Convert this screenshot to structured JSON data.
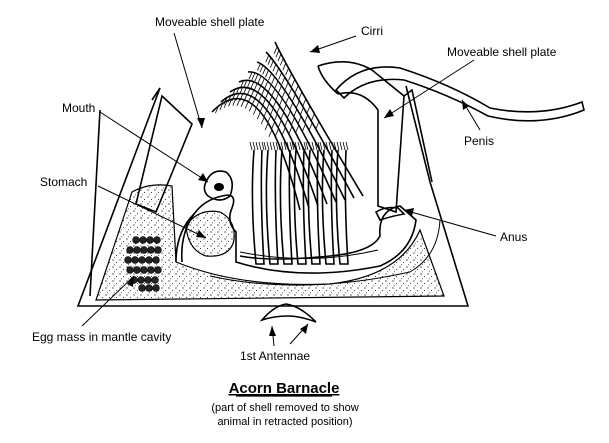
{
  "title": "Acorn Barnacle",
  "subtitle_line1": "(part of shell removed to show",
  "subtitle_line2": "animal in retracted position)",
  "labels": {
    "moveable_plate_left": "Moveable shell plate",
    "cirri": "Cirri",
    "moveable_plate_right": "Moveable shell plate",
    "penis": "Penis",
    "mouth": "Mouth",
    "stomach": "Stomach",
    "anus": "Anus",
    "egg_mass": "Egg mass in mantle cavity",
    "antennae": "1st Antennae"
  },
  "colors": {
    "ink": "#000000",
    "paper": "#ffffff"
  }
}
